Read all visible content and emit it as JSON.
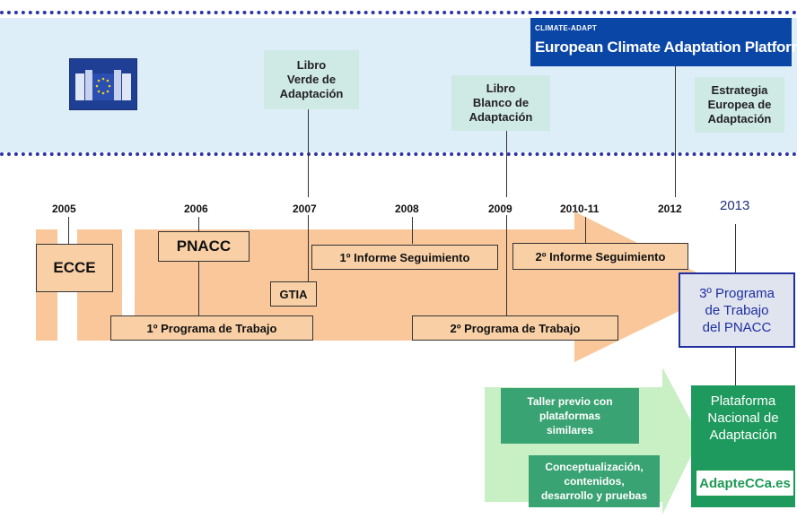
{
  "years": [
    "2005",
    "2006",
    "2007",
    "2008",
    "2009",
    "2010-11",
    "2012",
    "2013"
  ],
  "eu": {
    "libro_verde": "Libro\nVerde de\nAdaptación",
    "libro_blanco": "Libro\nBlanco de\nAdaptación",
    "estrategia": "Estrategia\nEuropea de\nAdaptación",
    "climate_small": "CLIMATE-ADAPT",
    "climate_title": "European Climate Adaptation Platform"
  },
  "spain": {
    "ecce": "ECCE",
    "pnacc": "PNACC",
    "gtia": "GTIA",
    "informe1": "1º Informe Seguimiento",
    "informe2": "2º Informe Seguimiento",
    "programa1": "1º Programa de Trabajo",
    "programa2": "2º Programa de Trabajo",
    "programa3": "3º Programa\nde Trabajo\ndel PNACC"
  },
  "platform": {
    "taller": "Taller previo con\nplataformas\nsimilares",
    "concept": "Conceptualización,\ncontenidos,\ndesarrollo y pruebas",
    "plataforma": "Plataforma\nNacional de\nAdaptación",
    "adaptecca": "AdapteCCa.es"
  },
  "colors": {
    "eu_band": "#deeef8",
    "dotted_line": "#2a35a8",
    "arrow": "#f9c79a",
    "box_fill": "#f9d0a6",
    "teal_box": "#cfe9e5",
    "blue_accent": "#1f2fa0",
    "green": "#1f9a5e",
    "green_light_arrow": "#c9efc5"
  }
}
